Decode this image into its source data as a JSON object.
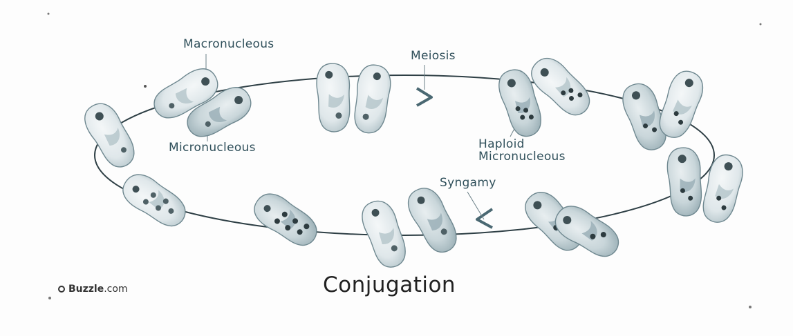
{
  "diagram": {
    "title": "Conjugation",
    "labels": {
      "macronucleus": "Macronucleous",
      "micronucleus": "Micronucleous",
      "meiosis": "Meiosis",
      "haploid_line1": "Haploid",
      "haploid_line2": "Micronucleous",
      "syngamy": "Syngamy"
    },
    "credit": {
      "brand": "Buzzle",
      "domain": ".com"
    },
    "colors": {
      "cell_fill": "#e3eaec",
      "cell_stroke": "#6f8890",
      "cell_shade": "#9fb3ba",
      "nucleus": "#3f5055",
      "cycle_line": "#2e3f45",
      "arrow": "#4a6872",
      "label": "#2f4f5a"
    }
  }
}
